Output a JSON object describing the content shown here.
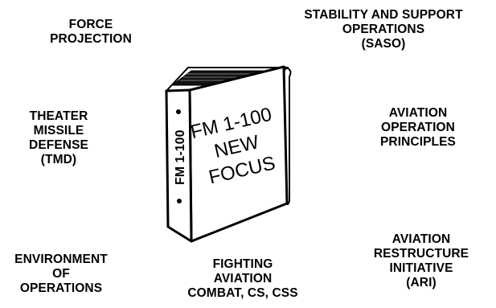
{
  "book": {
    "spine_label": "FM 1-100",
    "cover_lines": [
      "FM 1-100",
      "NEW",
      "FOCUS"
    ]
  },
  "topics": [
    {
      "id": "force-projection",
      "lines": [
        "FORCE",
        "PROJECTION"
      ]
    },
    {
      "id": "saso",
      "lines": [
        "STABILITY AND SUPPORT",
        "OPERATIONS",
        "(SASO)"
      ]
    },
    {
      "id": "tmd",
      "lines": [
        "THEATER",
        "MISSILE",
        "DEFENSE",
        "(TMD)"
      ]
    },
    {
      "id": "aviation-operation-principles",
      "lines": [
        "AVIATION",
        "OPERATION",
        "PRINCIPLES"
      ]
    },
    {
      "id": "environment-of-operations",
      "lines": [
        "ENVIRONMENT",
        "OF",
        "OPERATIONS"
      ]
    },
    {
      "id": "fighting-aviation",
      "lines": [
        "FIGHTING",
        "AVIATION",
        "COMBAT, CS, CSS"
      ]
    },
    {
      "id": "ari",
      "lines": [
        "AVIATION",
        "RESTRUCTURE",
        "INITIATIVE",
        "(ARI)"
      ]
    }
  ]
}
